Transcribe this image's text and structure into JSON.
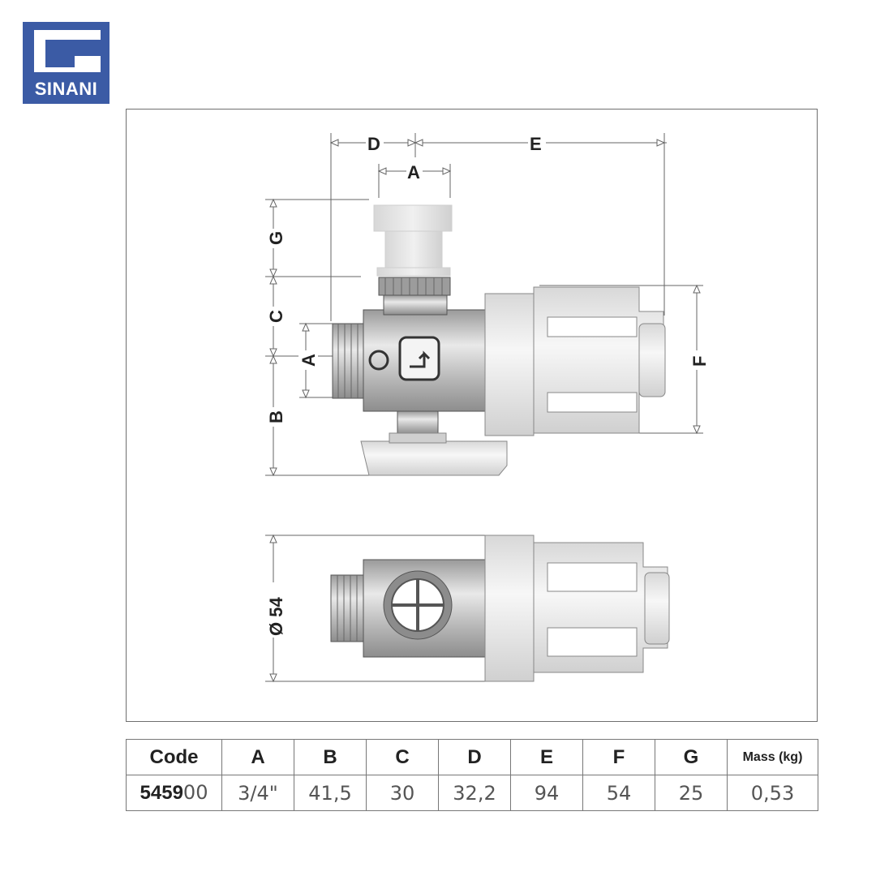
{
  "brand": {
    "logo_text": "SINANI",
    "color": "#3b5ba5"
  },
  "drawing": {
    "side_view_labels": {
      "D": "D",
      "E": "E",
      "A_top": "A",
      "G": "G",
      "C": "C",
      "A_left": "A",
      "B": "B",
      "F": "F"
    },
    "bottom_view_label": "Ø 54"
  },
  "table": {
    "headers": [
      "Code",
      "A",
      "B",
      "C",
      "D",
      "E",
      "F",
      "G",
      "Mass (kg)"
    ],
    "row": {
      "code_bold": "5459",
      "code_light": "00",
      "values": [
        "3/4\"",
        "41,5",
        "30",
        "32,2",
        "94",
        "54",
        "25",
        "0,53"
      ]
    }
  }
}
